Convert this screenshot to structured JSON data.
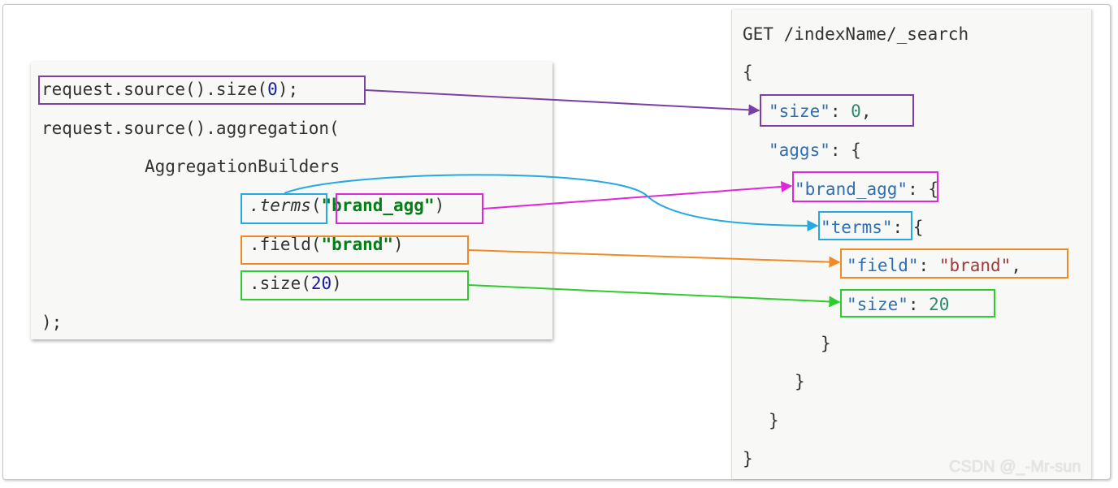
{
  "java_code": {
    "line1": {
      "pre": "request.source().size(",
      "num": "0",
      "post": ");"
    },
    "line2": "request.source().aggregation(",
    "line3": "AggregationBuilders",
    "line4": {
      "terms": ".terms",
      "open": "(",
      "name": "\"brand_agg\"",
      "close": ")"
    },
    "line5": {
      "pre": ".field(",
      "str": "\"brand\"",
      "post": ")"
    },
    "line6": {
      "pre": ".size(",
      "num": "20",
      "post": ")"
    },
    "line7": ");"
  },
  "dsl_code": {
    "request_line": "GET /indexName/_search",
    "open_brace": "{",
    "size_key": "\"size\"",
    "size_value": "0",
    "size_tail": ",",
    "aggs_key": "\"aggs\"",
    "aggs_tail": ": {",
    "agg_name": "\"brand_agg\"",
    "agg_tail": ": {",
    "terms_key": "\"terms\"",
    "terms_tail": ": {",
    "field_key": "\"field\"",
    "field_value": "\"brand\"",
    "field_tail": ",",
    "term_size_key": "\"size\"",
    "term_size_value": "20",
    "colon": ": ",
    "close_brace": "}"
  },
  "colors": {
    "size_link": "#7b3fa6",
    "name_link": "#e026d8",
    "terms_link": "#25a9e0",
    "field_link": "#f08a24",
    "term_size_link": "#2ecc2e"
  },
  "watermark": "CSDN @_-Mr-sun"
}
